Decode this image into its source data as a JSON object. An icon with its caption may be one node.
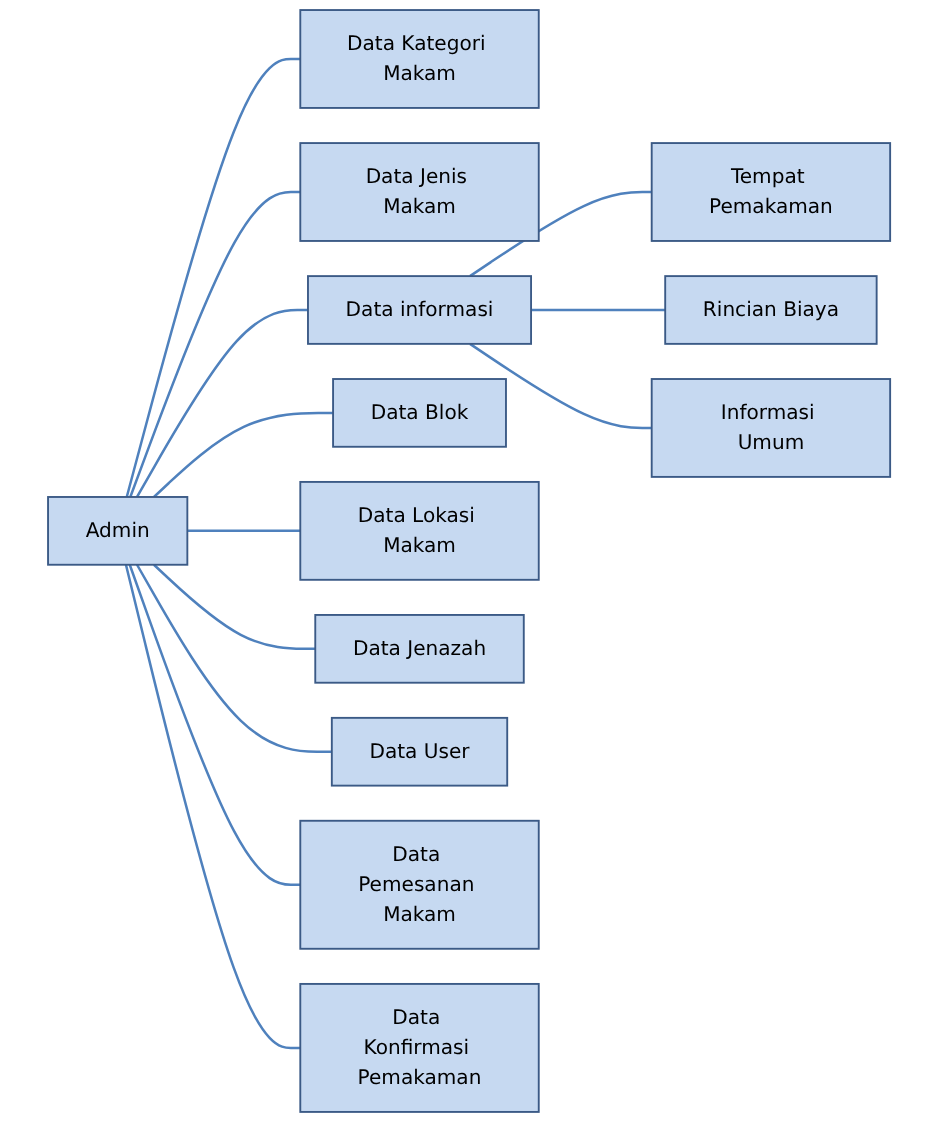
{
  "diagram": {
    "nodes": [
      {
        "text": [
          "Admin"
        ]
      },
      {
        "text": [
          "Data Kategori Makam"
        ]
      },
      {
        "text": [
          "Data Jenis Makam"
        ]
      },
      {
        "text": [
          "Data informasi"
        ]
      },
      {
        "text": [
          "Tempat Pemakaman"
        ]
      },
      {
        "text": [
          "Rincian Biaya"
        ]
      },
      {
        "text": [
          "Informasi Umum"
        ]
      },
      {
        "text": [
          "Data Blok"
        ]
      },
      {
        "text": [
          "Data Lokasi Makam"
        ]
      },
      {
        "text": [
          "Data Jenazah"
        ]
      },
      {
        "text": [
          "Data User"
        ]
      },
      {
        "text": [
          "Data Pemesanan Makam"
        ]
      },
      {
        "text": [
          "Data Konfirmasi Pemakaman"
        ]
      }
    ],
    "edges": [
      {
        "from": 0,
        "to": 1,
        "arrow": "none"
      },
      {
        "from": 0,
        "to": 2,
        "arrow": "none"
      },
      {
        "from": 0,
        "to": 3,
        "arrow": "none"
      },
      {
        "from": 3,
        "to": 4,
        "arrow": "none"
      },
      {
        "from": 3,
        "to": 5,
        "arrow": "none"
      },
      {
        "from": 3,
        "to": 6,
        "arrow": "none"
      },
      {
        "from": 0,
        "to": 7,
        "arrow": "none"
      },
      {
        "from": 0,
        "to": 8,
        "arrow": "none"
      },
      {
        "from": 0,
        "to": 9,
        "arrow": "none"
      },
      {
        "from": 0,
        "to": 10,
        "arrow": "none"
      },
      {
        "from": 0,
        "to": 11,
        "arrow": "none"
      },
      {
        "from": 0,
        "to": 12,
        "arrow": "none"
      }
    ]
  }
}
